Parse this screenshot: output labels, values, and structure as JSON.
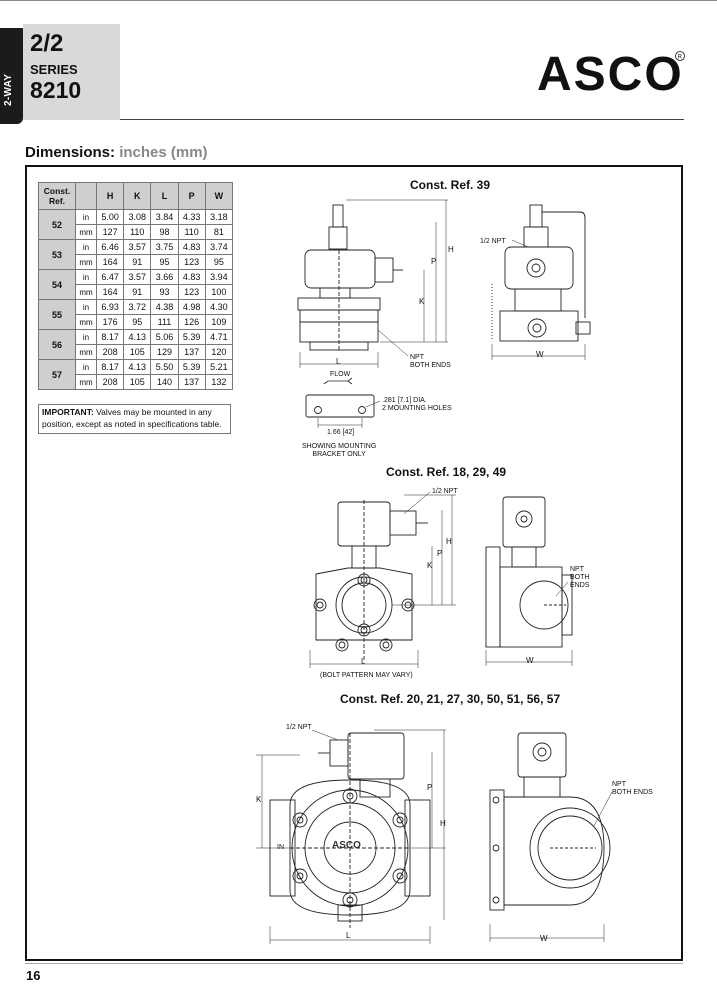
{
  "header": {
    "side_tab": "2-WAY",
    "ratio": "2/2",
    "series_label": "SERIES",
    "series_number": "8210",
    "brand": "ASCO"
  },
  "section_heading": {
    "main": "Dimensions:",
    "unit": "inches (mm)"
  },
  "table": {
    "columns": [
      "Const. Ref.",
      "",
      "H",
      "K",
      "L",
      "P",
      "W"
    ],
    "rows": [
      {
        "ref": "52",
        "in": [
          "5.00",
          "3.08",
          "3.84",
          "4.33",
          "3.18"
        ],
        "mm": [
          "127",
          "110",
          "98",
          "110",
          "81"
        ]
      },
      {
        "ref": "53",
        "in": [
          "6.46",
          "3.57",
          "3.75",
          "4.83",
          "3.74"
        ],
        "mm": [
          "164",
          "91",
          "95",
          "123",
          "95"
        ]
      },
      {
        "ref": "54",
        "in": [
          "6.47",
          "3.57",
          "3.66",
          "4.83",
          "3.94"
        ],
        "mm": [
          "164",
          "91",
          "93",
          "123",
          "100"
        ]
      },
      {
        "ref": "55",
        "in": [
          "6.93",
          "3.72",
          "4.38",
          "4.98",
          "4.30"
        ],
        "mm": [
          "176",
          "95",
          "111",
          "126",
          "109"
        ]
      },
      {
        "ref": "56",
        "in": [
          "8.17",
          "4.13",
          "5.06",
          "5.39",
          "4.71"
        ],
        "mm": [
          "208",
          "105",
          "129",
          "137",
          "120"
        ]
      },
      {
        "ref": "57",
        "in": [
          "8.17",
          "4.13",
          "5.50",
          "5.39",
          "5.21"
        ],
        "mm": [
          "208",
          "105",
          "140",
          "137",
          "132"
        ]
      }
    ],
    "unit_in": "in",
    "unit_mm": "mm",
    "note_bold": "IMPORTANT:",
    "note_text": " Valves may be mounted in any position, except as noted in specifications table."
  },
  "drawings": {
    "ref39": {
      "title": "Const. Ref. 39",
      "npt_top": "1/2 NPT",
      "npt_ends": "NPT\nBOTH ENDS",
      "flow": "FLOW",
      "holes": ".281 [7.1] DIA.\n2 MOUNTING HOLES",
      "bracket_dim": "1.66 [42]",
      "bracket_caption": "SHOWING MOUNTING\nBRACKET ONLY",
      "H": "H",
      "P": "P",
      "K": "K",
      "L": "L",
      "W": "W"
    },
    "ref18": {
      "title": "Const. Ref. 18, 29, 49",
      "npt_top": "1/2 NPT",
      "npt_ends": "NPT\nBOTH\nENDS",
      "bolt_note": "(BOLT PATTERN MAY VARY)",
      "H": "H",
      "P": "P",
      "K": "K",
      "L": "L",
      "W": "W"
    },
    "ref20": {
      "title": "Const. Ref. 20, 21, 27, 30, 50, 51, 56, 57",
      "npt_top": "1/2 NPT",
      "npt_ends": "NPT\nBOTH ENDS",
      "body_logo": "ASCO",
      "in_mark": "IN",
      "H": "H",
      "P": "P",
      "K": "K",
      "L": "L",
      "W": "W"
    }
  },
  "page_number": "16"
}
